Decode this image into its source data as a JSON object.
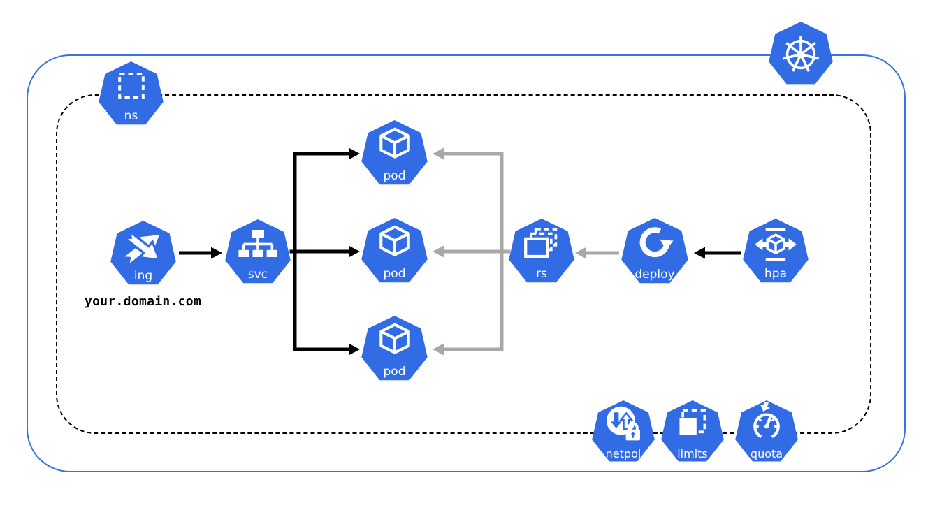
{
  "diagram": {
    "ingress_host": "your.domain.com",
    "nodes": {
      "kubernetes": {
        "label": ""
      },
      "namespace": {
        "label": "ns"
      },
      "ingress": {
        "label": "ing"
      },
      "service": {
        "label": "svc"
      },
      "pod1": {
        "label": "pod"
      },
      "pod2": {
        "label": "pod"
      },
      "pod3": {
        "label": "pod"
      },
      "replicaset": {
        "label": "rs"
      },
      "deployment": {
        "label": "deploy"
      },
      "hpa": {
        "label": "hpa"
      },
      "netpol": {
        "label": "netpol"
      },
      "limits": {
        "label": "limits"
      },
      "quota": {
        "label": "quota"
      }
    }
  },
  "colors": {
    "k8s_blue": "#326ce5",
    "cluster_border": "#3575e0",
    "boundary_dash": "#000000",
    "arrow_black": "#000000",
    "arrow_gray": "#a8a8a8",
    "icon_white": "#ffffff"
  }
}
